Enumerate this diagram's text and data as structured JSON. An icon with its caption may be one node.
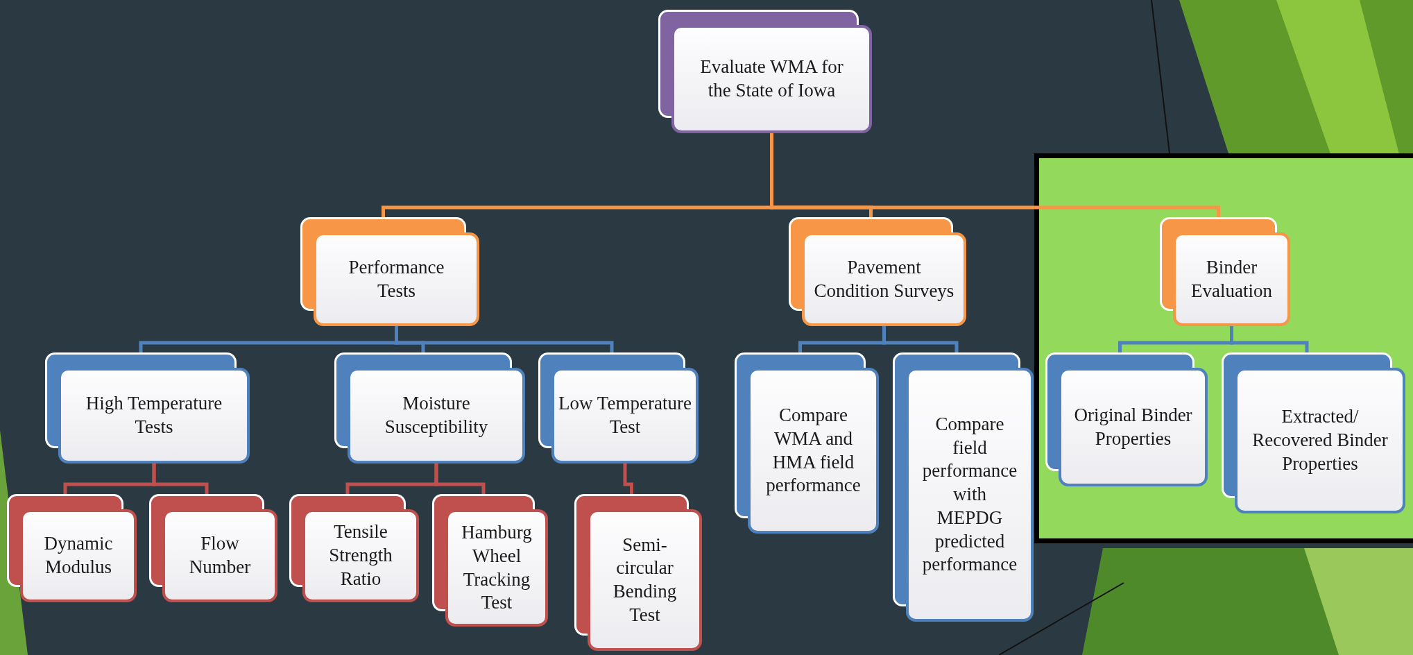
{
  "diagram": {
    "nodes": [
      {
        "text": [
          "Evaluate WMA for the State of Iowa"
        ]
      },
      {
        "text": [
          "Performance Tests"
        ]
      },
      {
        "text": [
          "Pavement Condition Surveys"
        ]
      },
      {
        "text": [
          "Binder Evaluation"
        ]
      },
      {
        "text": [
          "High Temperature Tests"
        ]
      },
      {
        "text": [
          "Moisture Susceptibility"
        ]
      },
      {
        "text": [
          "Low Temperature Test"
        ]
      },
      {
        "text": [
          "Compare WMA and HMA field performance"
        ]
      },
      {
        "text": [
          "Compare field performance with MEPDG predicted performance"
        ]
      },
      {
        "text": [
          "Original Binder Properties"
        ]
      },
      {
        "text": [
          "Extracted/ Recovered Binder Properties"
        ]
      },
      {
        "text": [
          "Dynamic Modulus"
        ]
      },
      {
        "text": [
          "Flow Number"
        ]
      },
      {
        "text": [
          "Tensile Strength Ratio"
        ]
      },
      {
        "text": [
          "Hamburg Wheel Tracking Test"
        ]
      },
      {
        "text": [
          "Semi-circular Bending Test"
        ]
      }
    ],
    "edges": [
      {
        "from": 0,
        "to": 1,
        "arrow": "none",
        "color": "#f79646"
      },
      {
        "from": 0,
        "to": 2,
        "arrow": "none",
        "color": "#f79646"
      },
      {
        "from": 0,
        "to": 3,
        "arrow": "none",
        "color": "#f79646"
      },
      {
        "from": 1,
        "to": 4,
        "arrow": "none"
      },
      {
        "from": 1,
        "to": 5,
        "arrow": "none"
      },
      {
        "from": 1,
        "to": 6,
        "arrow": "none"
      },
      {
        "from": 2,
        "to": 7,
        "arrow": "none"
      },
      {
        "from": 2,
        "to": 8,
        "arrow": "none"
      },
      {
        "from": 3,
        "to": 9,
        "arrow": "none"
      },
      {
        "from": 3,
        "to": 10,
        "arrow": "none"
      },
      {
        "from": 4,
        "to": 11,
        "arrow": "none",
        "color": "#c0504d"
      },
      {
        "from": 4,
        "to": 12,
        "arrow": "none",
        "color": "#c0504d"
      },
      {
        "from": 5,
        "to": 13,
        "arrow": "none",
        "color": "#c0504d"
      },
      {
        "from": 5,
        "to": 14,
        "arrow": "none",
        "color": "#c0504d"
      },
      {
        "from": 6,
        "to": 15,
        "arrow": "none",
        "color": "#c0504d"
      }
    ]
  }
}
